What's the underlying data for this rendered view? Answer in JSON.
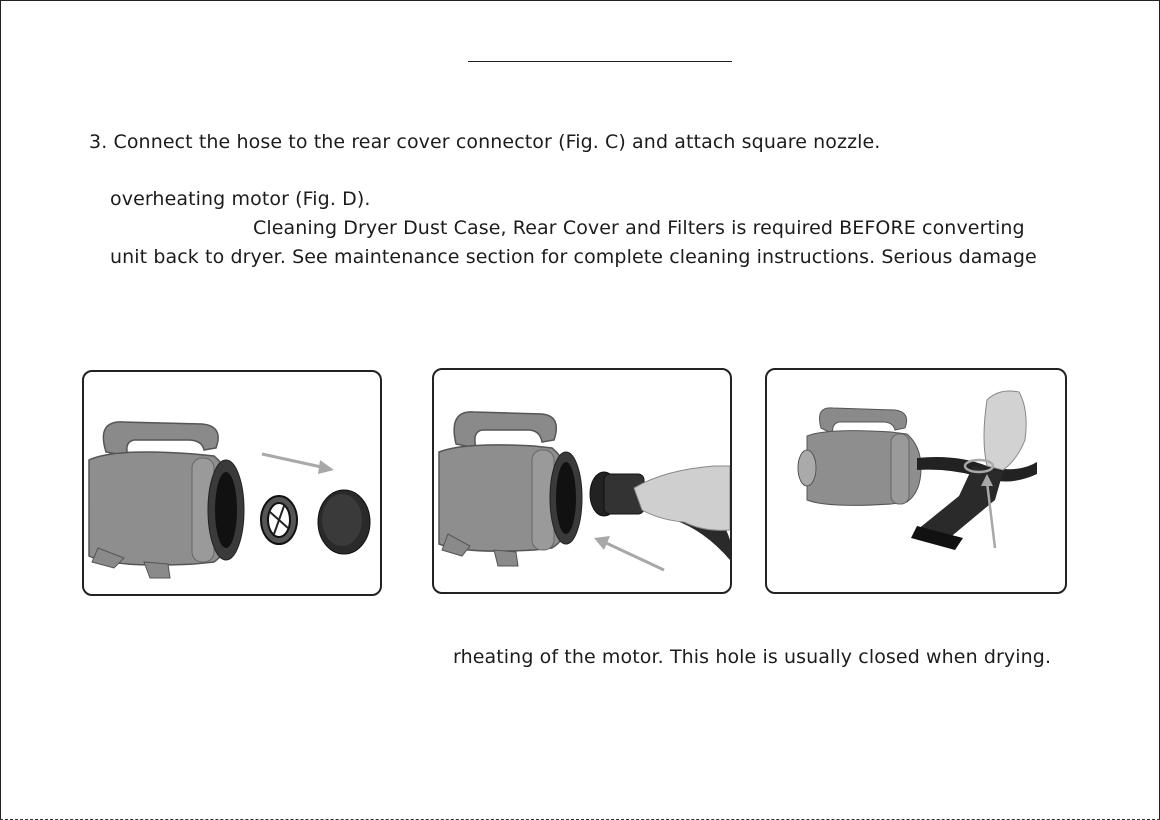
{
  "lines": {
    "step3": "3. Connect the hose to the rear cover connector (Fig. C) and attach square nozzle.",
    "overheating": "overheating motor (Fig. D).",
    "cleaning": "Cleaning Dryer Dust Case, Rear Cover and Filters is required BEFORE converting",
    "unit_back": "unit back to dryer. See maintenance section for complete cleaning instructions. Serious damage",
    "rheating": "rheating of the motor. This hole is usually closed when drying."
  },
  "figures": [
    {
      "icon": "dryer-filter-removal-illustration"
    },
    {
      "icon": "hose-attach-illustration"
    },
    {
      "icon": "nozzle-attach-illustration"
    }
  ],
  "colors": {
    "text": "#1c1c1c",
    "dryer_body": "#8e8e8e",
    "arrow": "#a8a8a8"
  }
}
